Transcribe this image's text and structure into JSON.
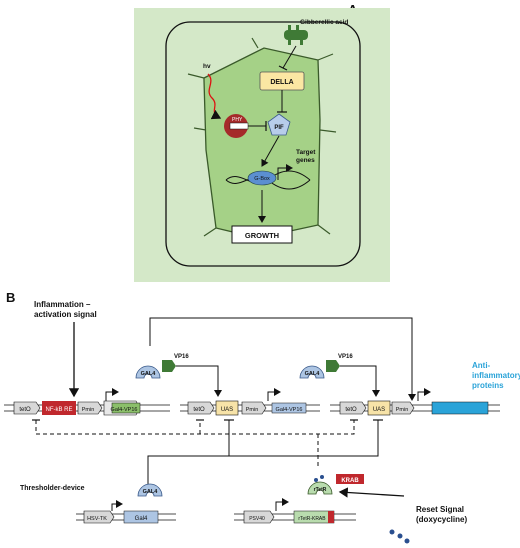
{
  "panel_a": {
    "label": "A",
    "gibberellic_acid": "Gibberellic acid",
    "hv": "hv",
    "della": "DELLA",
    "phy": "PHY",
    "pif": "PIF",
    "target_genes_line1": "Target",
    "target_genes_line2": "genes",
    "gbox": "G-Box",
    "growth": "GROWTH"
  },
  "panel_b": {
    "label": "B",
    "inflammation_line1": "Inflammation –",
    "inflammation_line2": "activation signal",
    "thresholder": "Thresholder-device",
    "reset_line1": "Reset Signal",
    "reset_line2": "(doxycycline)",
    "anti_line1": "Anti-",
    "anti_line2": "inflammatory",
    "anti_line3": "proteins",
    "vp16": "VP16",
    "gal4": "GAL4",
    "rtetr": "rTetR",
    "krab": "KRAB",
    "parts": {
      "teto": "tetO",
      "nfkb": "NF-kB RE",
      "pmin": "Pmin",
      "gal4vp16": "Gal4-VP16",
      "uas": "UAS",
      "hsvtk": "HSV-TK",
      "gal4gene": "Gal4",
      "psv40": "PSV40",
      "rtetrkrab": "rTetR-KRAB"
    }
  },
  "colors": {
    "cell_bg": "#d4e8c8",
    "cell": "#a5d187",
    "della": "#fbe7a3",
    "pif": "#b7cdea",
    "phy": "#a52a2a",
    "vp16": "#3f7a36",
    "gal4": "#adc5e3",
    "nfkb": "#c0282d",
    "uas": "#f7e3a8",
    "reporter": "#2aa3d8",
    "anti_text": "#2aa3d8"
  }
}
